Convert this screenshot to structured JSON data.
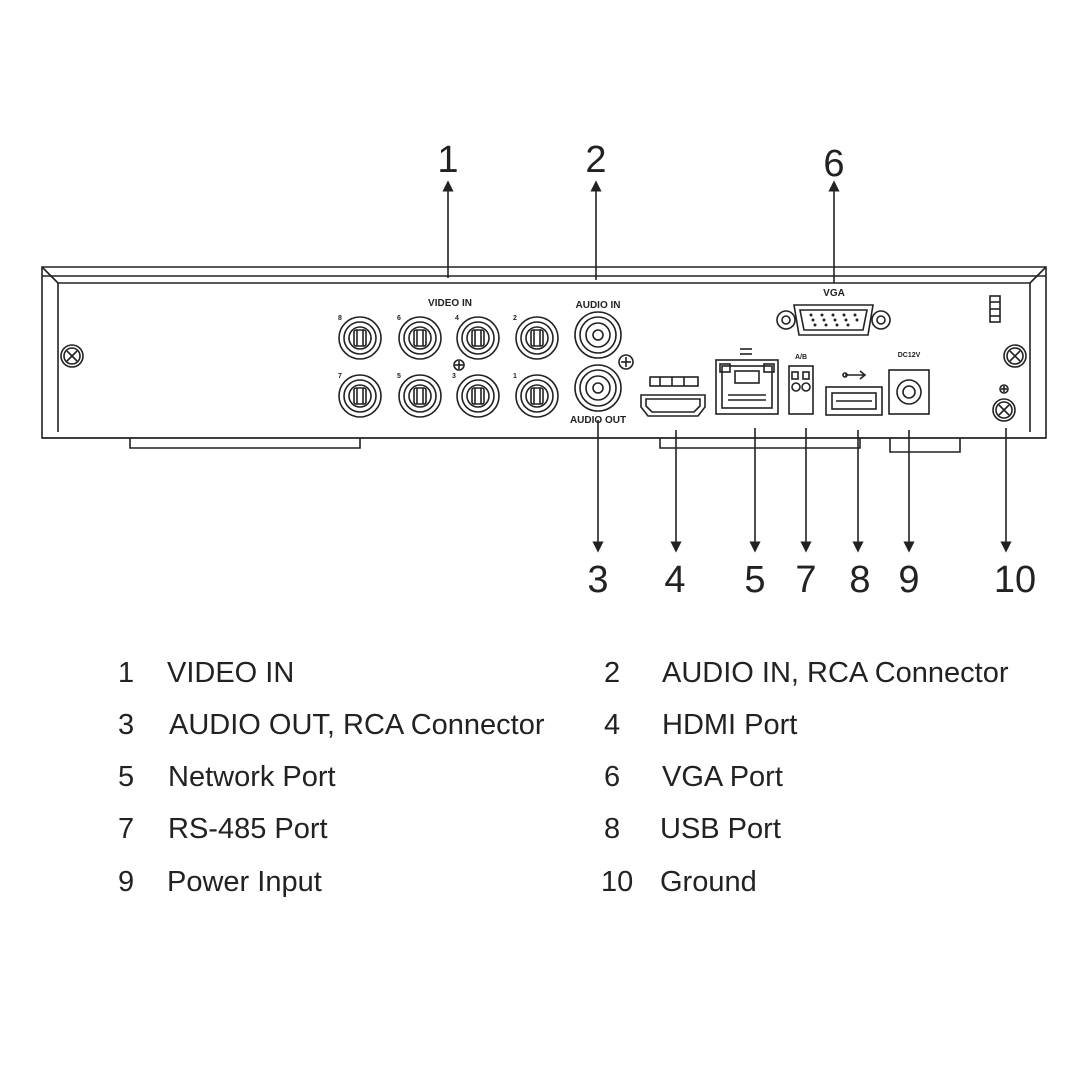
{
  "panel_labels": {
    "video_in": "VIDEO IN",
    "audio_in": "AUDIO IN",
    "audio_out": "AUDIO OUT",
    "vga": "VGA",
    "rs485": "A/B",
    "power": "DC12V",
    "channels": [
      "8",
      "6",
      "4",
      "2",
      "7",
      "5",
      "3",
      "1"
    ]
  },
  "callouts": [
    "1",
    "2",
    "6",
    "3",
    "4",
    "5",
    "7",
    "8",
    "9",
    "10"
  ],
  "legend": [
    {
      "num": "1",
      "text": "VIDEO IN"
    },
    {
      "num": "2",
      "text": "AUDIO IN, RCA Connector"
    },
    {
      "num": "3",
      "text": "AUDIO OUT, RCA Connector"
    },
    {
      "num": "4",
      "text": "HDMI Port"
    },
    {
      "num": "5",
      "text": "Network Port"
    },
    {
      "num": "6",
      "text": "VGA Port"
    },
    {
      "num": "7",
      "text": "RS-485 Port"
    },
    {
      "num": "8",
      "text": "USB Port"
    },
    {
      "num": "9",
      "text": "Power Input"
    },
    {
      "num": "10",
      "text": "Ground"
    }
  ]
}
